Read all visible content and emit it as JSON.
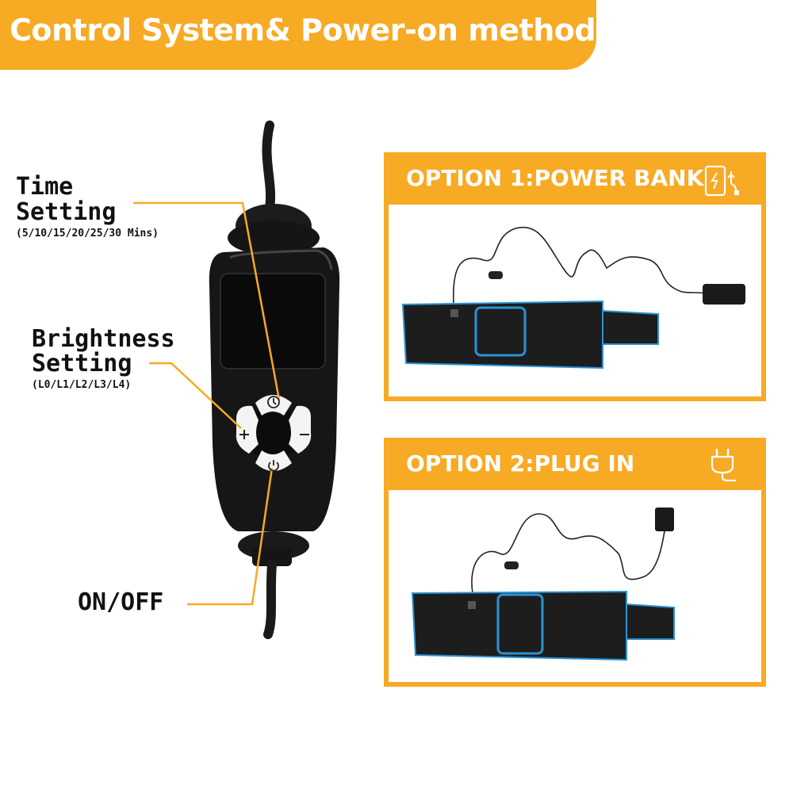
{
  "header": {
    "title": "Control System& Power-on method",
    "color": "#f7aa23"
  },
  "controller_labels": {
    "time_title_line1": "Time",
    "time_title_line2": "Setting",
    "time_sub": "(5/10/15/20/25/30 Mins)",
    "brightness_title_line1": "Brightness",
    "brightness_title_line2": "Setting",
    "brightness_sub": "(L0/L1/L2/L3/L4)",
    "onoff": "ON/OFF"
  },
  "options": [
    {
      "title": "OPTION 1:POWER BANK",
      "icon": "power-bank-icon"
    },
    {
      "title": "OPTION 2:PLUG IN",
      "icon": "plug-icon"
    }
  ],
  "controller_buttons": [
    {
      "icon": "clock-icon"
    },
    {
      "icon": "plus-icon"
    },
    {
      "icon": "minus-icon"
    },
    {
      "icon": "power-icon"
    }
  ]
}
